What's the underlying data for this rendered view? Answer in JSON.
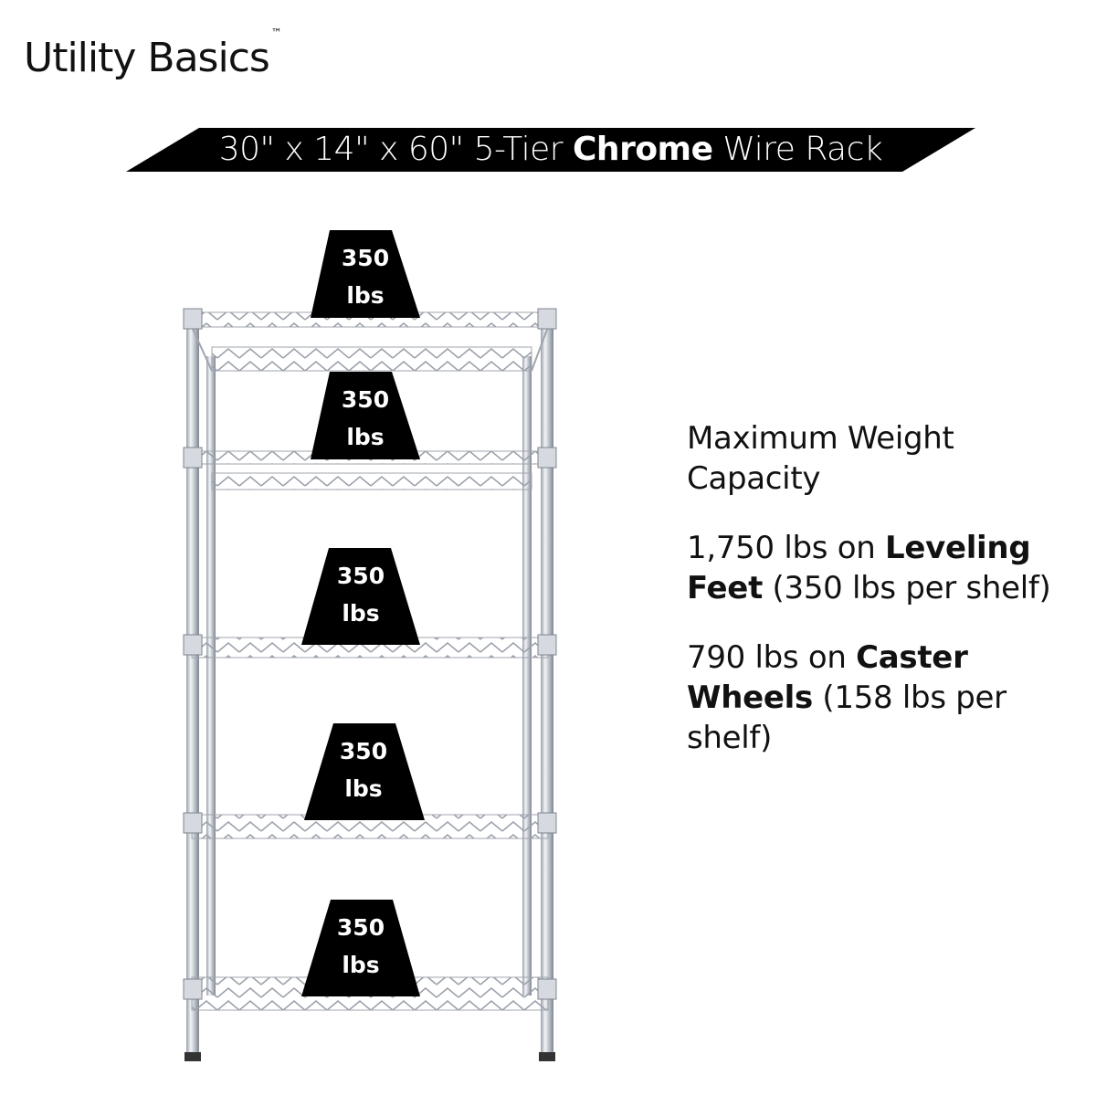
{
  "brand": {
    "name": "Utility Basics",
    "trademark": "™"
  },
  "banner": {
    "prefix": "30\" x 14\" x 60\" 5-Tier ",
    "emphasis": "Chrome",
    "suffix": " Wire Rack",
    "background": "#000000",
    "text_color": "#ffffff"
  },
  "shelves": [
    {
      "tier": 1,
      "capacity_value": "350",
      "capacity_unit": "lbs"
    },
    {
      "tier": 2,
      "capacity_value": "350",
      "capacity_unit": "lbs"
    },
    {
      "tier": 3,
      "capacity_value": "350",
      "capacity_unit": "lbs"
    },
    {
      "tier": 4,
      "capacity_value": "350",
      "capacity_unit": "lbs"
    },
    {
      "tier": 5,
      "capacity_value": "350",
      "capacity_unit": "lbs"
    }
  ],
  "specs": {
    "heading": "Maximum Weight Capacity",
    "leveling": {
      "lead": "1,750 lbs on ",
      "bold": "Leveling Feet",
      "tail": " (350 lbs per shelf)"
    },
    "casters": {
      "lead": "790 lbs on ",
      "bold": "Caster Wheels",
      "tail": " (158 lbs per shelf)"
    }
  },
  "colors": {
    "chrome": "#c8ccd4",
    "chrome_dark": "#8a8f99",
    "badge": "#000000"
  }
}
